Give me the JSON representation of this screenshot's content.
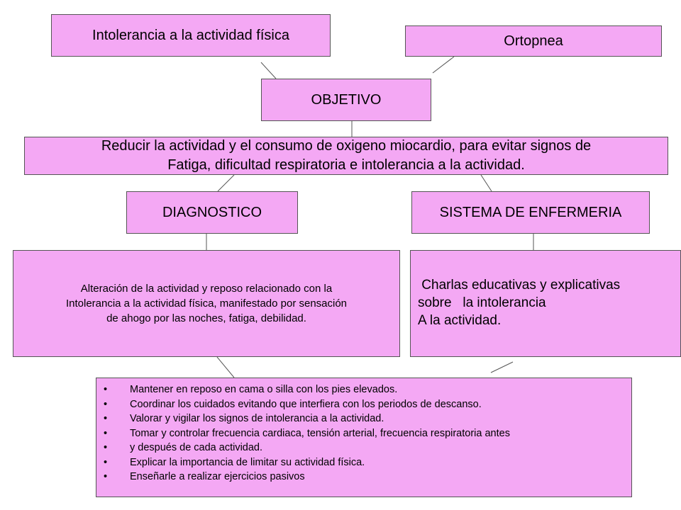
{
  "nodes": {
    "intolerancia": "Intolerancia a la  actividad física",
    "ortopnea": "Ortopnea",
    "objetivo": "OBJETIVO",
    "objetivo_text": {
      "line1": "Reducir la actividad y el consumo de oxigeno miocardio, para evitar signos de",
      "line2": "Fatiga, dificultad respiratoria  e intolerancia a la actividad."
    },
    "diagnostico": "DIAGNOSTICO",
    "sistema": "SISTEMA DE ENFERMERIA",
    "diagnostico_text": {
      "line1": "Alteración de la actividad y reposo relacionado con la",
      "line2": "Intolerancia a la actividad física, manifestado por sensación",
      "line3": "de ahogo por las noches, fatiga, debilidad."
    },
    "sistema_text": {
      "line1": " Charlas educativas y explicativas",
      "line2": "sobre   la intolerancia",
      "line3": "A la actividad."
    }
  },
  "interventions": {
    "bullet": "•",
    "items": [
      "Mantener en reposo en cama o silla con los pies elevados.",
      "Coordinar  los cuidados  evitando que interfiera con los periodos de descanso.",
      "Valorar y vigilar  los signos  de intolerancia  a la actividad.",
      "Tomar y controlar frecuencia cardiaca, tensión arterial, frecuencia respiratoria antes",
      "y después de cada actividad.",
      "Explicar la importancia de  limitar su actividad física.",
      "Enseñarle a realizar ejercicios pasivos"
    ]
  },
  "colors": {
    "box_fill": "#f4a8f4",
    "box_border": "#555555",
    "connector": "#555555"
  }
}
